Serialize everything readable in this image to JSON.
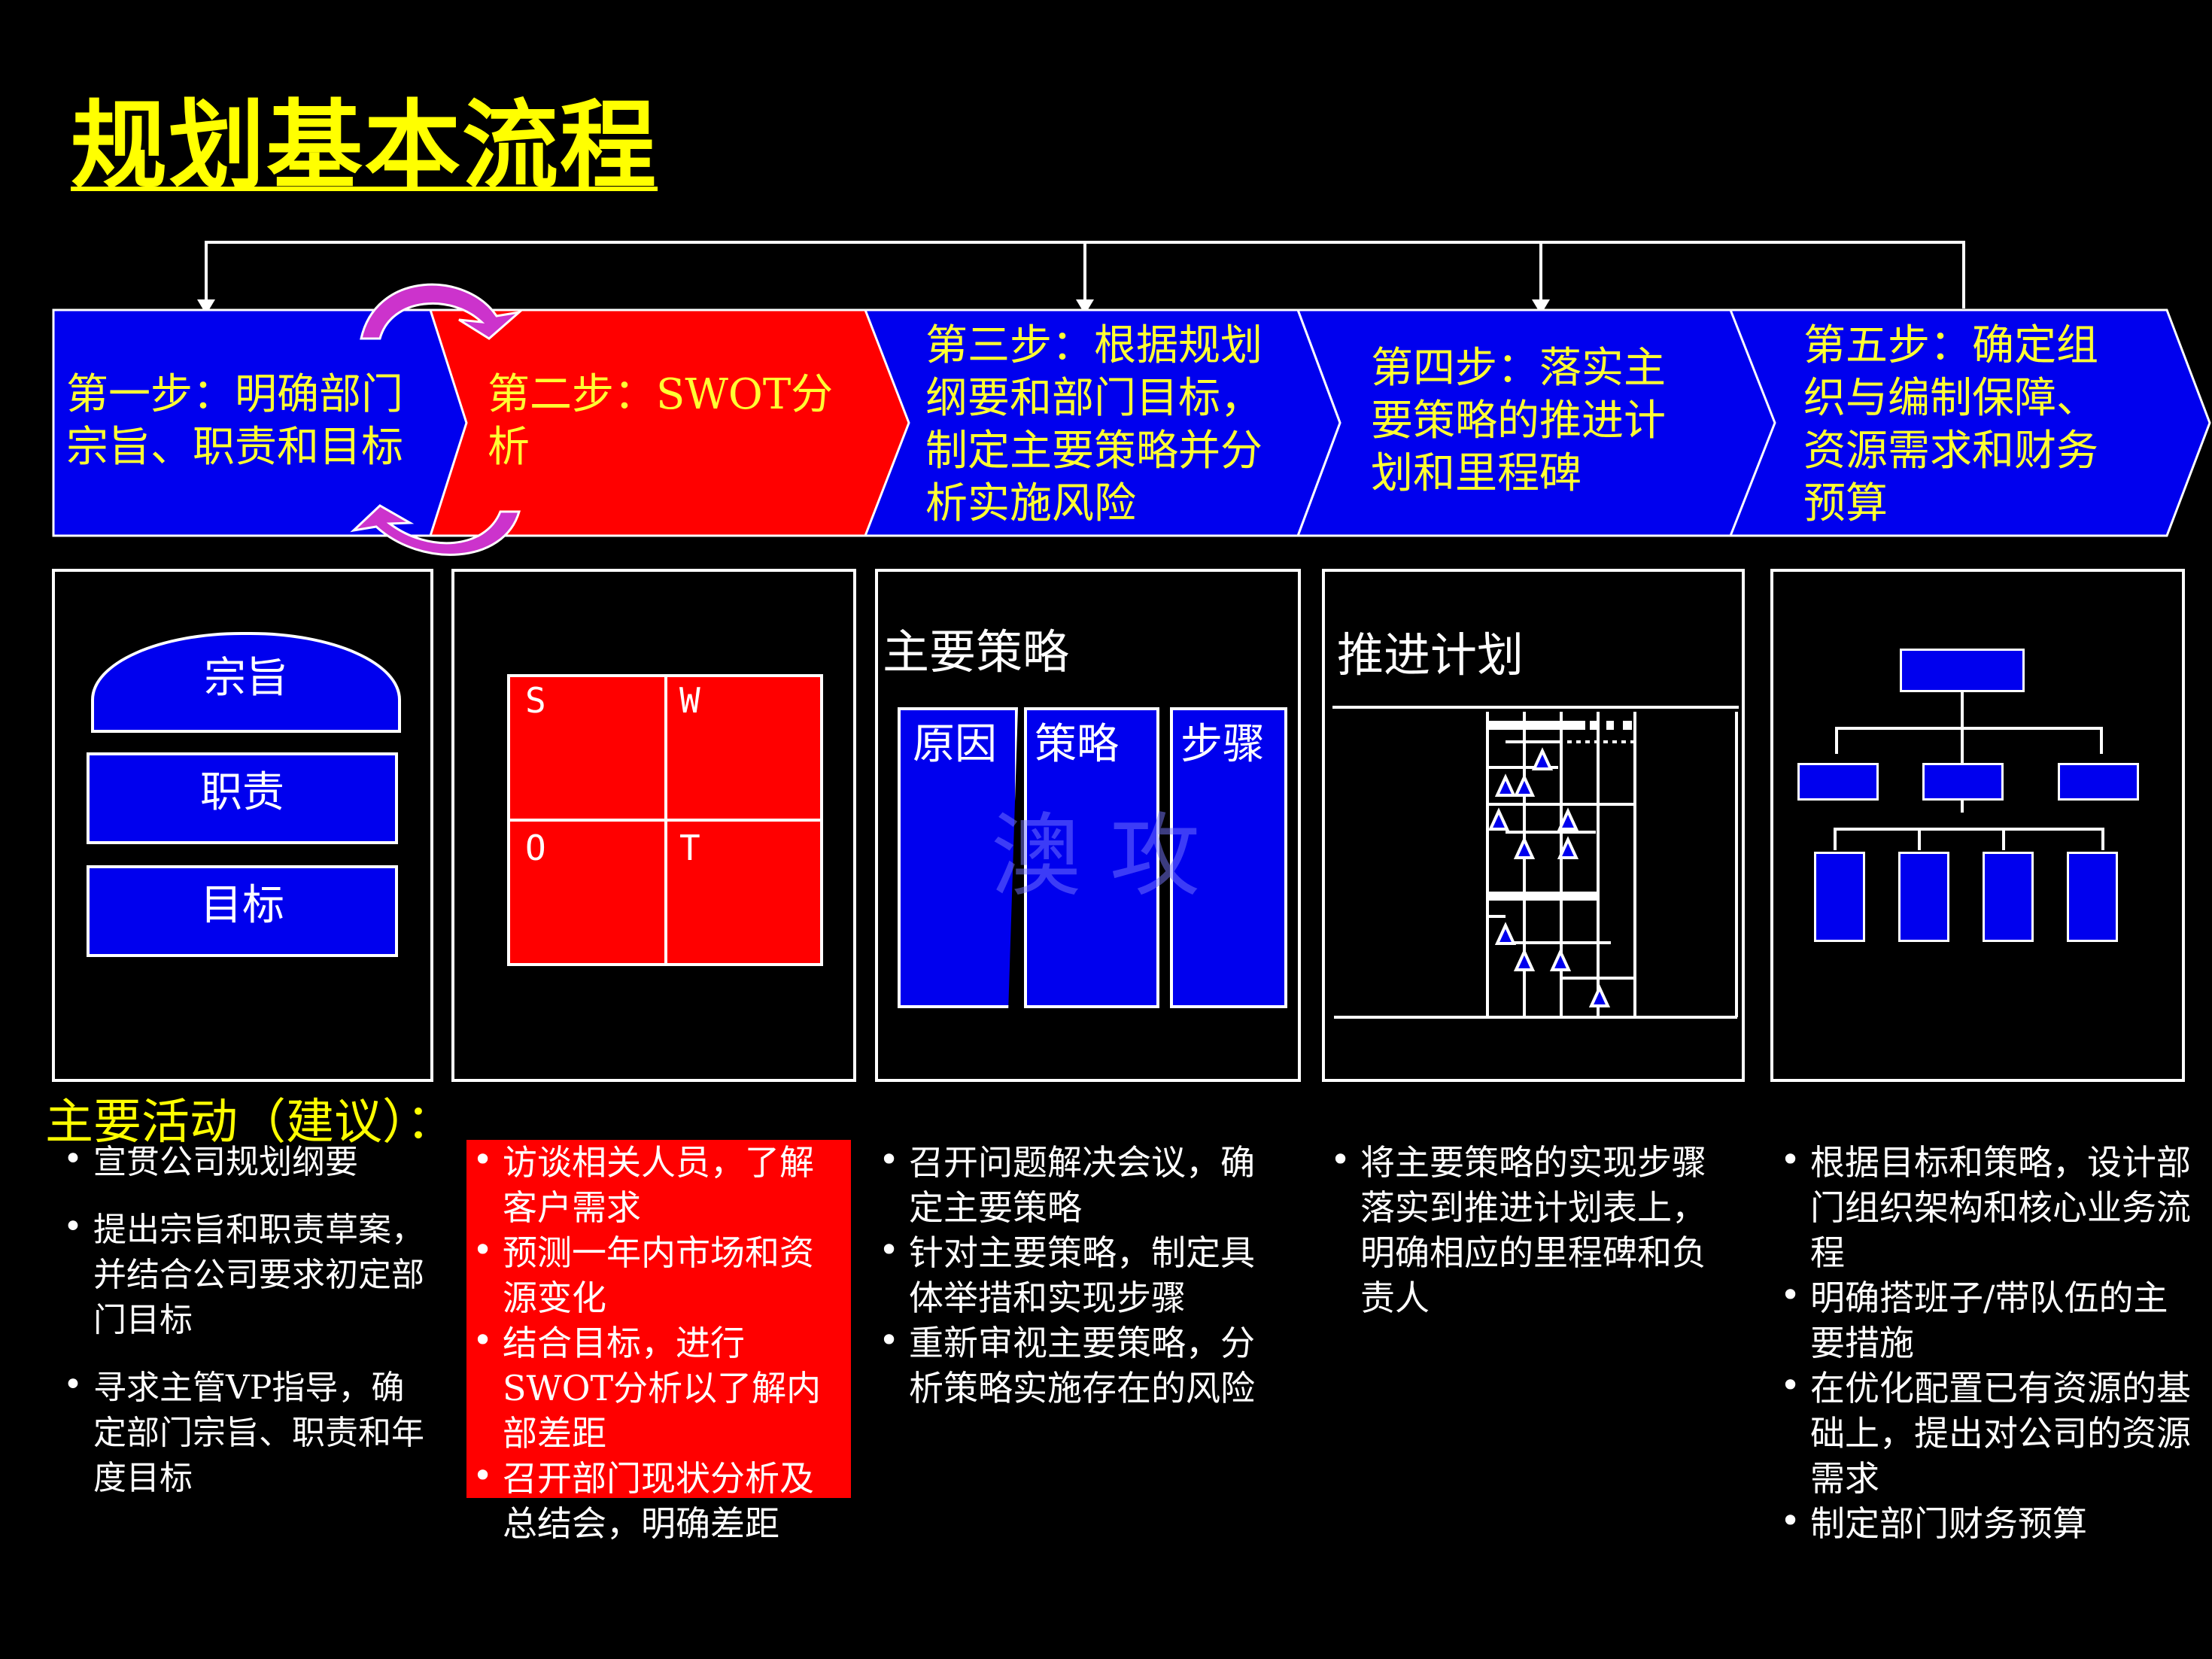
{
  "title": "规划基本流程",
  "steps": [
    {
      "label": "第一步：明确部门宗旨、职责和目标",
      "lines": [
        "第一步：明确部门",
        "宗旨、职责和目标"
      ]
    },
    {
      "label": "第二步：SWOT分析",
      "lines": [
        "第二步：SWOT分析"
      ]
    },
    {
      "label": "第三步：根据规划纲要和部门目标，制定主要策略并分析实施风险",
      "lines": [
        "第三步：根据规划",
        "纲要和部门目标，",
        "制定主要策略并分",
        "析实施风险"
      ]
    },
    {
      "label": "第四步：落实主要策略的推进计划和里程碑",
      "lines": [
        "第四步：落实主",
        "要策略的推进计",
        "划和里程碑"
      ]
    },
    {
      "label": "第五步：确定组织与编制保障、资源需求和财务预算",
      "lines": [
        "第五步：确定组",
        "织与编制保障、",
        "资源需求和财务",
        "预算"
      ]
    }
  ],
  "box1": {
    "items": [
      "宗旨",
      "职责",
      "目标"
    ]
  },
  "box2": {
    "quadrants": [
      "S",
      "W",
      "O",
      "T"
    ]
  },
  "box3": {
    "title": "主要策略",
    "columns": [
      "原因",
      "策略",
      "步骤"
    ],
    "watermark": "澳 攻"
  },
  "box4": {
    "title": "推进计划"
  },
  "activities": {
    "heading": "主要活动（建议）：",
    "columns": [
      [
        "宣贯公司规划纲要",
        "提出宗旨和职责草案，并结合公司要求初定部门目标",
        "寻求主管VP指导，确定部门宗旨、职责和年度目标"
      ],
      [
        "访谈相关人员，了解客户需求",
        "预测一年内市场和资源变化",
        "结合目标，进行SWOT分析以了解内部差距",
        "召开部门现状分析及总结会，明确差距"
      ],
      [
        "召开问题解决会议，确定主要策略",
        "针对主要策略，制定具体举措和实现步骤",
        "重新审视主要策略，分析策略实施存在的风险"
      ],
      [
        "将主要策略的实现步骤落实到推进计划表上，明确相应的里程碑和负责人"
      ],
      [
        "根据目标和策略，设计部门组织架构和核心业务流程",
        "明确搭班子/带队伍的主要措施",
        "在优化配置已有资源的基础上，提出对公司的资源需求",
        "制定部门财务预算"
      ]
    ]
  },
  "colors": {
    "blue": "#0000ee",
    "red": "#ff0000",
    "yellow": "#ffff00",
    "magenta": "#cc33cc"
  }
}
